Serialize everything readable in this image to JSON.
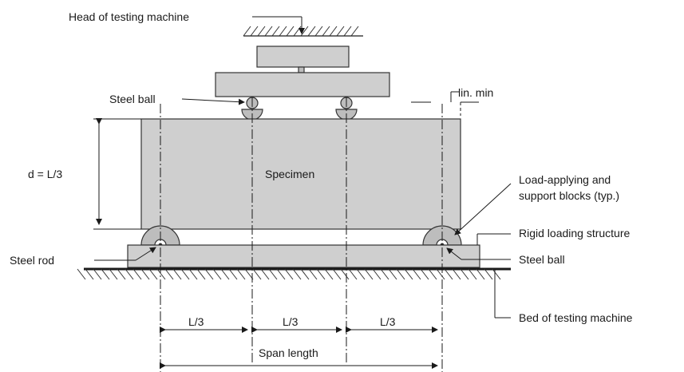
{
  "labels": {
    "head": "Head of testing machine",
    "steel_ball_top": "Steel ball",
    "lin_min": "lin. min",
    "depth": "d = L/3",
    "specimen": "Specimen",
    "load_blocks_1": "Load-applying and",
    "load_blocks_2": "support blocks (typ.)",
    "rigid_structure": "Rigid loading structure",
    "steel_rod": "Steel rod",
    "steel_ball_right": "Steel ball",
    "bed": "Bed of testing machine",
    "third_1": "L/3",
    "third_2": "L/3",
    "third_3": "L/3",
    "span": "Span length"
  }
}
